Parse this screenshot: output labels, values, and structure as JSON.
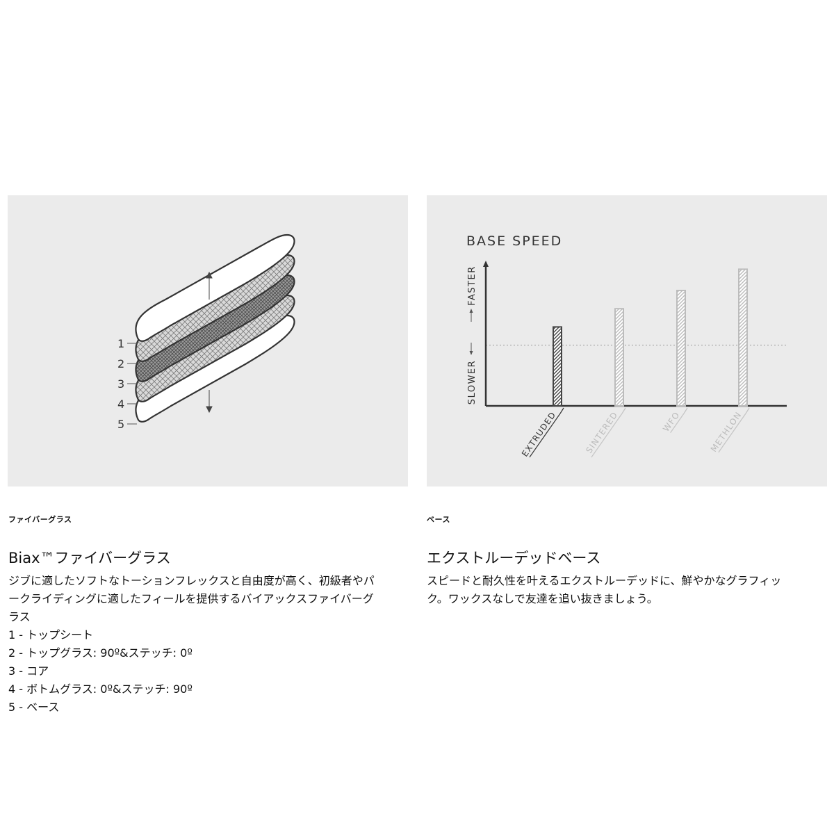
{
  "fiberglass_panel": {
    "layers": [
      {
        "number": "1",
        "style": "top-sheet"
      },
      {
        "number": "2",
        "style": "hatch-cross"
      },
      {
        "number": "3",
        "style": "hatch-dense"
      },
      {
        "number": "4",
        "style": "hatch-cross"
      },
      {
        "number": "5",
        "style": "base"
      }
    ]
  },
  "base_panel": {
    "chart_data": {
      "type": "bar",
      "title": "BASE SPEED",
      "ylabel_top": "FASTER",
      "ylabel_bottom": "SLOWER",
      "categories": [
        "EXTRUDED",
        "SINTERED",
        "WFO",
        "METHLON"
      ],
      "values": [
        2.6,
        3.2,
        3.8,
        4.5
      ],
      "ylim": [
        0,
        4.6
      ],
      "reference_line": 2.0,
      "highlighted_category": "EXTRUDED",
      "grid": false,
      "colors": {
        "highlight": "#444444",
        "muted": "#bcbcbc",
        "axis": "#333333"
      }
    }
  },
  "left_text": {
    "kicker": "ファイバーグラス",
    "heading": "Biax™ファイバーグラス",
    "description_lines": [
      "ジブに適したソフトなトーションフレックスと自由度が高く、初級者やパ",
      "ークライディングに適したフィールを提供するバイアックスファイバーグ",
      "ラス"
    ],
    "items": [
      "1 - トップシート",
      "2 - トップグラス: 90º&ステッチ: 0º",
      "3 - コア",
      "4 - ボトムグラス: 0º&ステッチ: 90º",
      "5 - ベース"
    ]
  },
  "right_text": {
    "kicker": "ベース",
    "heading": "エクストルーデッドベース",
    "description_lines": [
      "スピードと耐久性を叶えるエクストルーデッドに、鮮やかなグラフィッ",
      "ク。ワックスなしで友達を追い抜きましょう。"
    ]
  }
}
